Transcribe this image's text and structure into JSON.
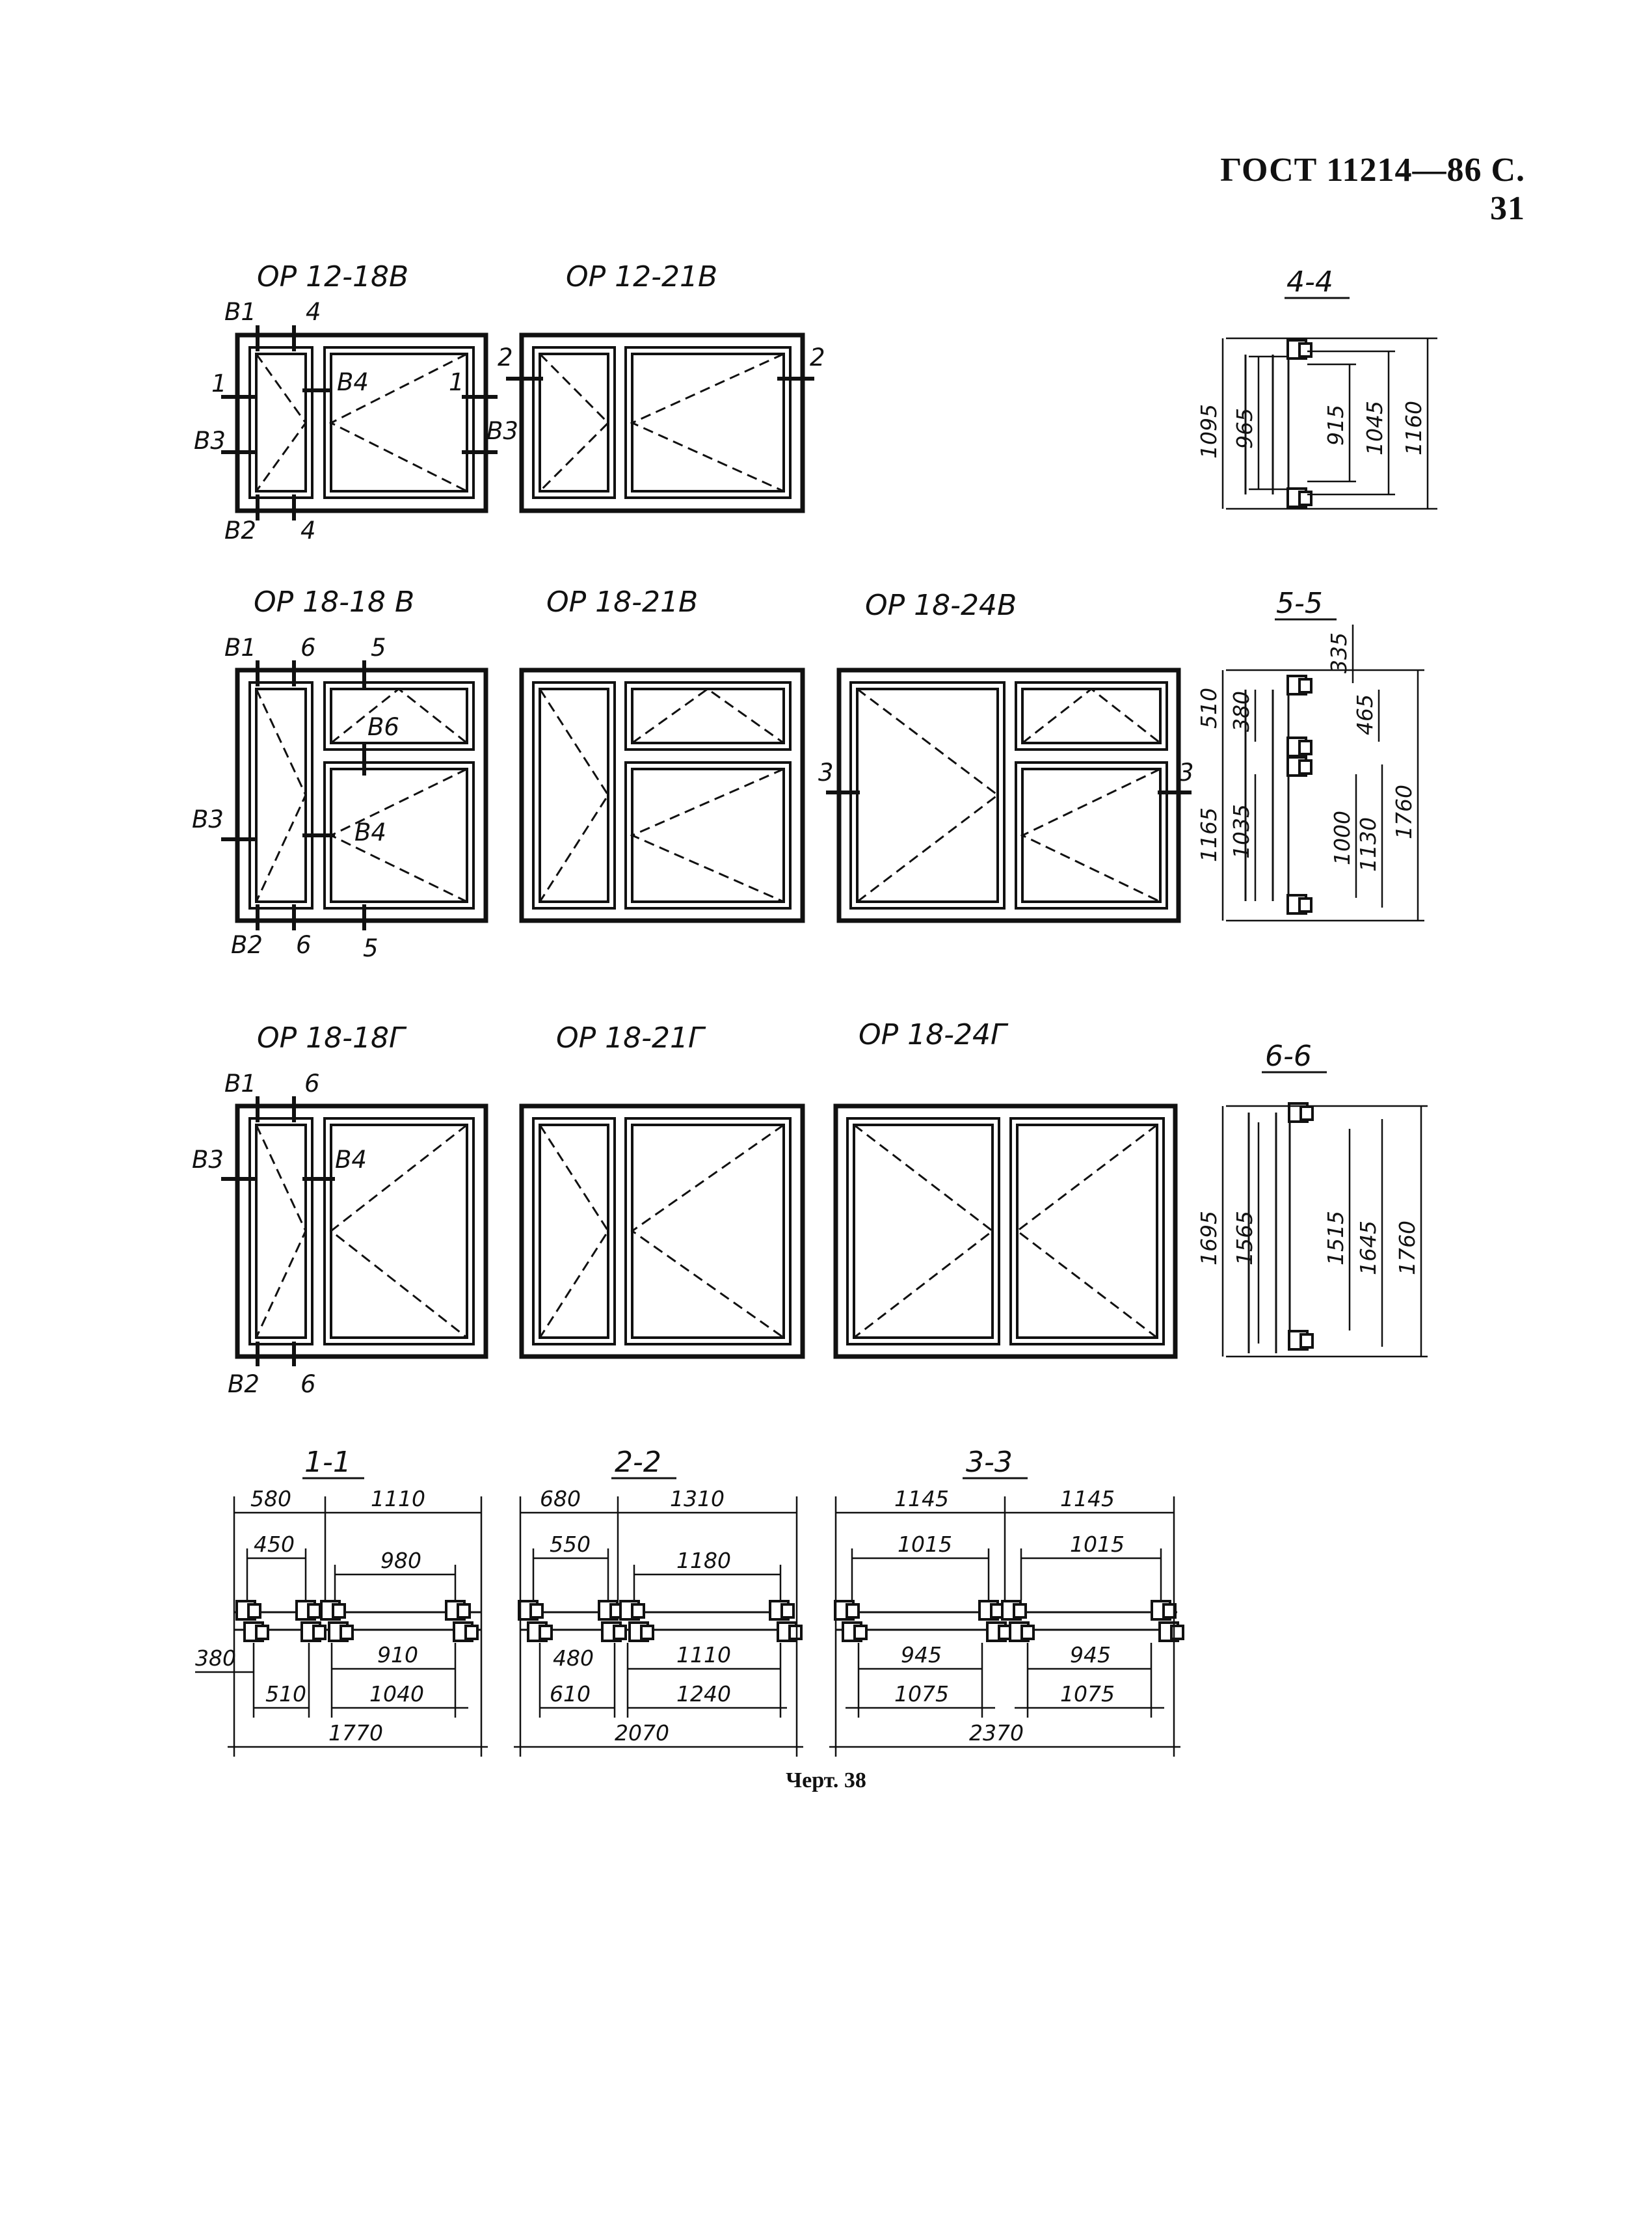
{
  "header": {
    "text": "ГОСТ 11214—86 С. 31"
  },
  "caption": {
    "text": "Черт. 38"
  },
  "titles": {
    "op12_18v": "ОР 12-18В",
    "op12_21v": "ОР 12-21В",
    "op18_18v": "ОР 18-18 В",
    "op18_21v": "ОР 18-21В",
    "op18_24v": "ОР 18-24В",
    "op18_18g": "ОР 18-18Г",
    "op18_21g": "ОР 18-21Г",
    "op18_24g": "ОР 18-24Г",
    "sec4": "4-4",
    "sec5": "5-5",
    "sec6": "6-6",
    "sec1": "1-1",
    "sec2": "2-2",
    "sec3": "3-3"
  },
  "marks": {
    "b1": "В1",
    "b2": "В2",
    "b3": "В3",
    "b4": "В4",
    "b6": "В6",
    "n1": "1",
    "n2": "2",
    "n3": "3",
    "n4": "4",
    "n5": "5",
    "n6": "6"
  },
  "dims": {
    "s44": {
      "a": "1095",
      "b": "965",
      "c": "915",
      "d": "1045",
      "e": "1160"
    },
    "s55": {
      "a": "510",
      "b": "380",
      "c": "335",
      "d": "465",
      "e": "1165",
      "f": "1035",
      "g": "1000",
      "h": "1130",
      "i": "1760"
    },
    "s66": {
      "a": "1695",
      "b": "1565",
      "c": "1515",
      "d": "1645",
      "e": "1760"
    },
    "s11": {
      "a": "580",
      "b": "1110",
      "c": "450",
      "d": "980",
      "e": "380",
      "f": "910",
      "g": "510",
      "h": "1040",
      "i": "1770"
    },
    "s22": {
      "a": "680",
      "b": "1310",
      "c": "550",
      "d": "1180",
      "e": "480",
      "f": "1110",
      "g": "610",
      "h": "1240",
      "i": "2070"
    },
    "s33": {
      "a": "1145",
      "b": "1145",
      "c": "1015",
      "d": "1015",
      "e": "945",
      "f": "945",
      "g": "1075",
      "h": "1075",
      "i": "2370"
    }
  }
}
